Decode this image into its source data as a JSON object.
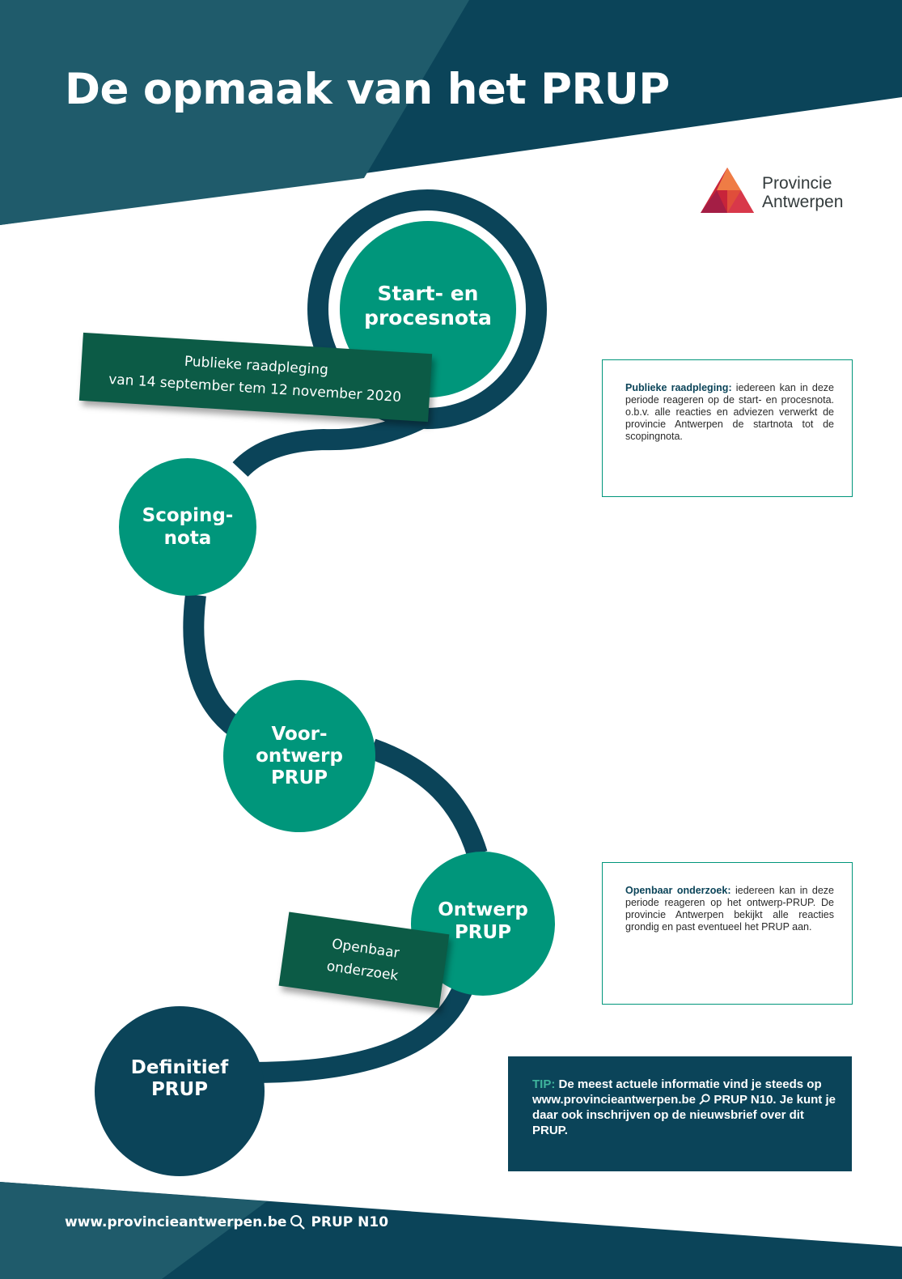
{
  "title": "De opmaak van het PRUP",
  "logo": {
    "line1": "Provincie",
    "line2": "Antwerpen",
    "icon": "provincie-antwerpen-logo-icon"
  },
  "steps": [
    {
      "label": "Start- en\nprocesnota"
    },
    {
      "label": "Scoping-\nnota"
    },
    {
      "label": "Voor-\nontwerp\nPRUP"
    },
    {
      "label": "Ontwerp\nPRUP"
    },
    {
      "label": "Definitief\nPRUP"
    }
  ],
  "banners": {
    "raadpleging": {
      "line1": "Publieke raadpleging",
      "line2": "van 14 september tem 12 november 2020"
    },
    "onderzoek": {
      "line1": "Openbaar",
      "line2": "onderzoek"
    }
  },
  "infoboxes": {
    "raadpleging": {
      "heading": "Publieke raadpleging:",
      "text": "iedereen kan in deze periode reageren op de start- en procesnota. o.b.v. alle reacties en adviezen verwerkt de provincie Antwerpen de startnota tot de scopingnota."
    },
    "onderzoek": {
      "heading": "Openbaar onderzoek:",
      "text": "iedereen kan in deze periode reageren op het ontwerp-PRUP. De provincie Antwerpen bekijkt alle reacties grondig en past eventueel het PRUP aan."
    }
  },
  "tip": {
    "label": "TIP:",
    "text1": "De meest actuele informatie vind je steeds op www.provincieantwerpen.be",
    "text2": "PRUP N10. Je kunt je daar ook inschrijven op de nieuwsbrief over dit PRUP."
  },
  "footer": {
    "url": "www.provincieantwerpen.be",
    "keyword": "PRUP N10"
  },
  "colors": {
    "navy": "#0b4459",
    "teal_dark": "#1f5b6b",
    "green": "#00967b",
    "banner_green": "#0c5b46"
  }
}
